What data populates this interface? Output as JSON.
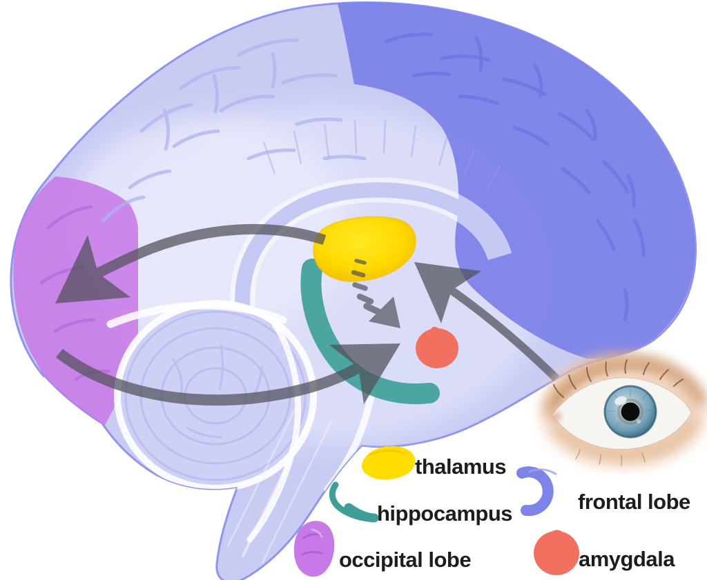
{
  "diagram": {
    "type": "brain-visual-pathway-diagram",
    "background": "#ffffff"
  },
  "colors": {
    "brain_base": "#c9cbf3",
    "brain_inner": "#dcddf9",
    "brain_outline": "#8f94ee",
    "frontal_lobe": "#7e83e8",
    "occipital_lobe": "#c77ae7",
    "thalamus": "#ffdd00",
    "hippocampus": "#3f9f98",
    "amygdala": "#f2705f",
    "arrow": "#50505a",
    "label_text": "#1d1d1d"
  },
  "legend": {
    "items": [
      {
        "id": "thalamus",
        "label": "thalamus",
        "color": "#ffdd00"
      },
      {
        "id": "hippocampus",
        "label": "hippocampus",
        "color": "#3f9f98"
      },
      {
        "id": "occipital-lobe",
        "label": "occipital lobe",
        "color": "#c77ae7"
      },
      {
        "id": "frontal-lobe",
        "label": "frontal lobe",
        "color": "#7e83e8"
      },
      {
        "id": "amygdala",
        "label": "amygdala",
        "color": "#f2705f"
      }
    ]
  },
  "connections": [
    {
      "from": "eye",
      "to": "thalamus",
      "style": "solid"
    },
    {
      "from": "thalamus",
      "to": "occipital-lobe",
      "style": "solid"
    },
    {
      "from": "occipital-lobe",
      "to": "amygdala",
      "style": "solid"
    },
    {
      "from": "thalamus",
      "to": "amygdala",
      "style": "dashed"
    }
  ]
}
